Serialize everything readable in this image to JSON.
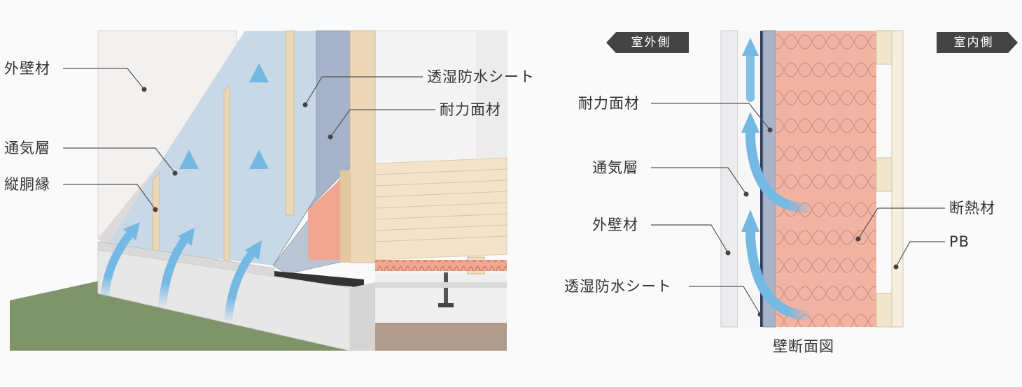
{
  "left_diagram": {
    "labels": {
      "exterior_wall": "外壁材",
      "ventilation_layer": "通気層",
      "vertical_furring": "縦胴縁",
      "moisture_sheet": "透湿防水シート",
      "structural_panel": "耐力面材"
    }
  },
  "right_diagram": {
    "outdoor_tag": "室外側",
    "indoor_tag": "室内側",
    "caption": "壁断面図",
    "labels": {
      "structural_panel": "耐力面材",
      "ventilation_layer": "通気層",
      "exterior_wall": "外壁材",
      "moisture_sheet": "透湿防水シート",
      "insulation": "断熱材",
      "pb": "PB"
    }
  },
  "colors": {
    "ground": "#7f9468",
    "foundation": "#e6e6e6",
    "wall": "#f1eeee",
    "furring": "#e7d3b3",
    "sheet": "#a6b3c8",
    "insulation": "#f0b1a0",
    "airflow": "#74b9e3",
    "floor": "#f2e2c7"
  }
}
